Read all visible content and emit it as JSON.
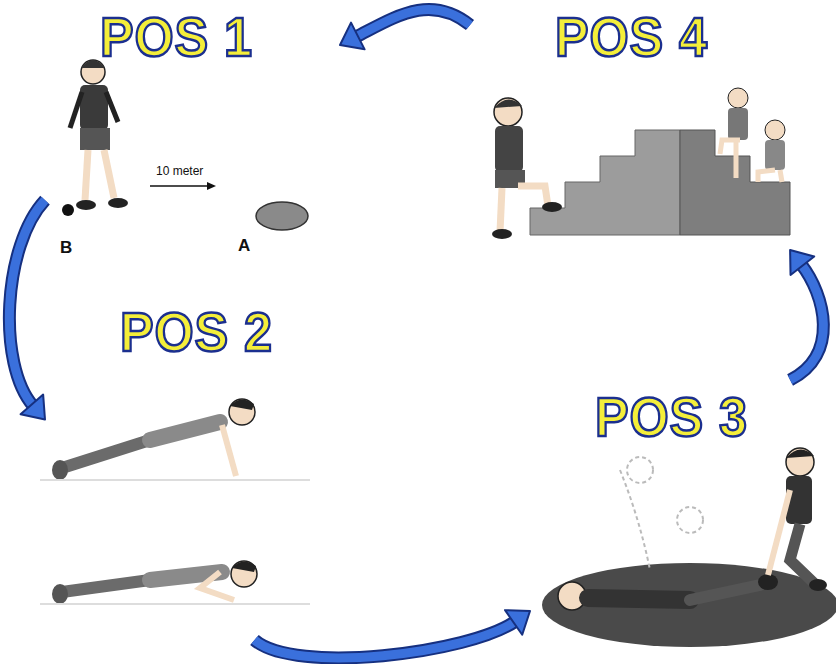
{
  "diagram": {
    "nodes": [
      {
        "text": [
          "POS 1"
        ]
      },
      {
        "text": [
          "POS 2"
        ]
      },
      {
        "text": [
          "POS 3"
        ]
      },
      {
        "text": [
          "POS 4"
        ]
      }
    ],
    "edges": [
      {
        "from": 0,
        "to": 1,
        "arrow": "to"
      },
      {
        "from": 1,
        "to": 2,
        "arrow": "to"
      },
      {
        "from": 2,
        "to": 3,
        "arrow": "to"
      },
      {
        "from": 3,
        "to": 0,
        "arrow": "to"
      }
    ],
    "labels": [
      "10 meter",
      "B",
      "A"
    ]
  }
}
